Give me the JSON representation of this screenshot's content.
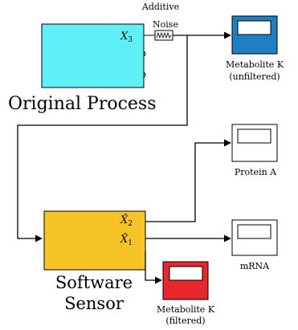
{
  "blocks": {
    "original_process": {
      "label": "Original Process",
      "port_x3": "X",
      "port_x3_sub": "3",
      "color": "#5ff0f7"
    },
    "software_sensor": {
      "label_line1": "Software",
      "label_line2": "Sensor",
      "port_x2": "X̂",
      "port_x2_sub": "2",
      "port_x1": "X̂",
      "port_x1_sub": "1",
      "color": "#f7c427"
    },
    "noise": {
      "label_line1": "Additive",
      "label_line2": "Noise",
      "icon": "noise-wave-icon"
    }
  },
  "scopes": {
    "metabolite_unfiltered": {
      "label_line1": "Metabolite K",
      "label_line2": "(unfiltered)",
      "color": "#1e7fc4"
    },
    "protein_a": {
      "label": "Protein A",
      "color": "#ffffff"
    },
    "mrna": {
      "label": "mRNA",
      "color": "#ffffff"
    },
    "metabolite_filtered": {
      "label_line1": "Metabolite K",
      "label_line2": "(filtered)",
      "color": "#e8262b"
    }
  }
}
